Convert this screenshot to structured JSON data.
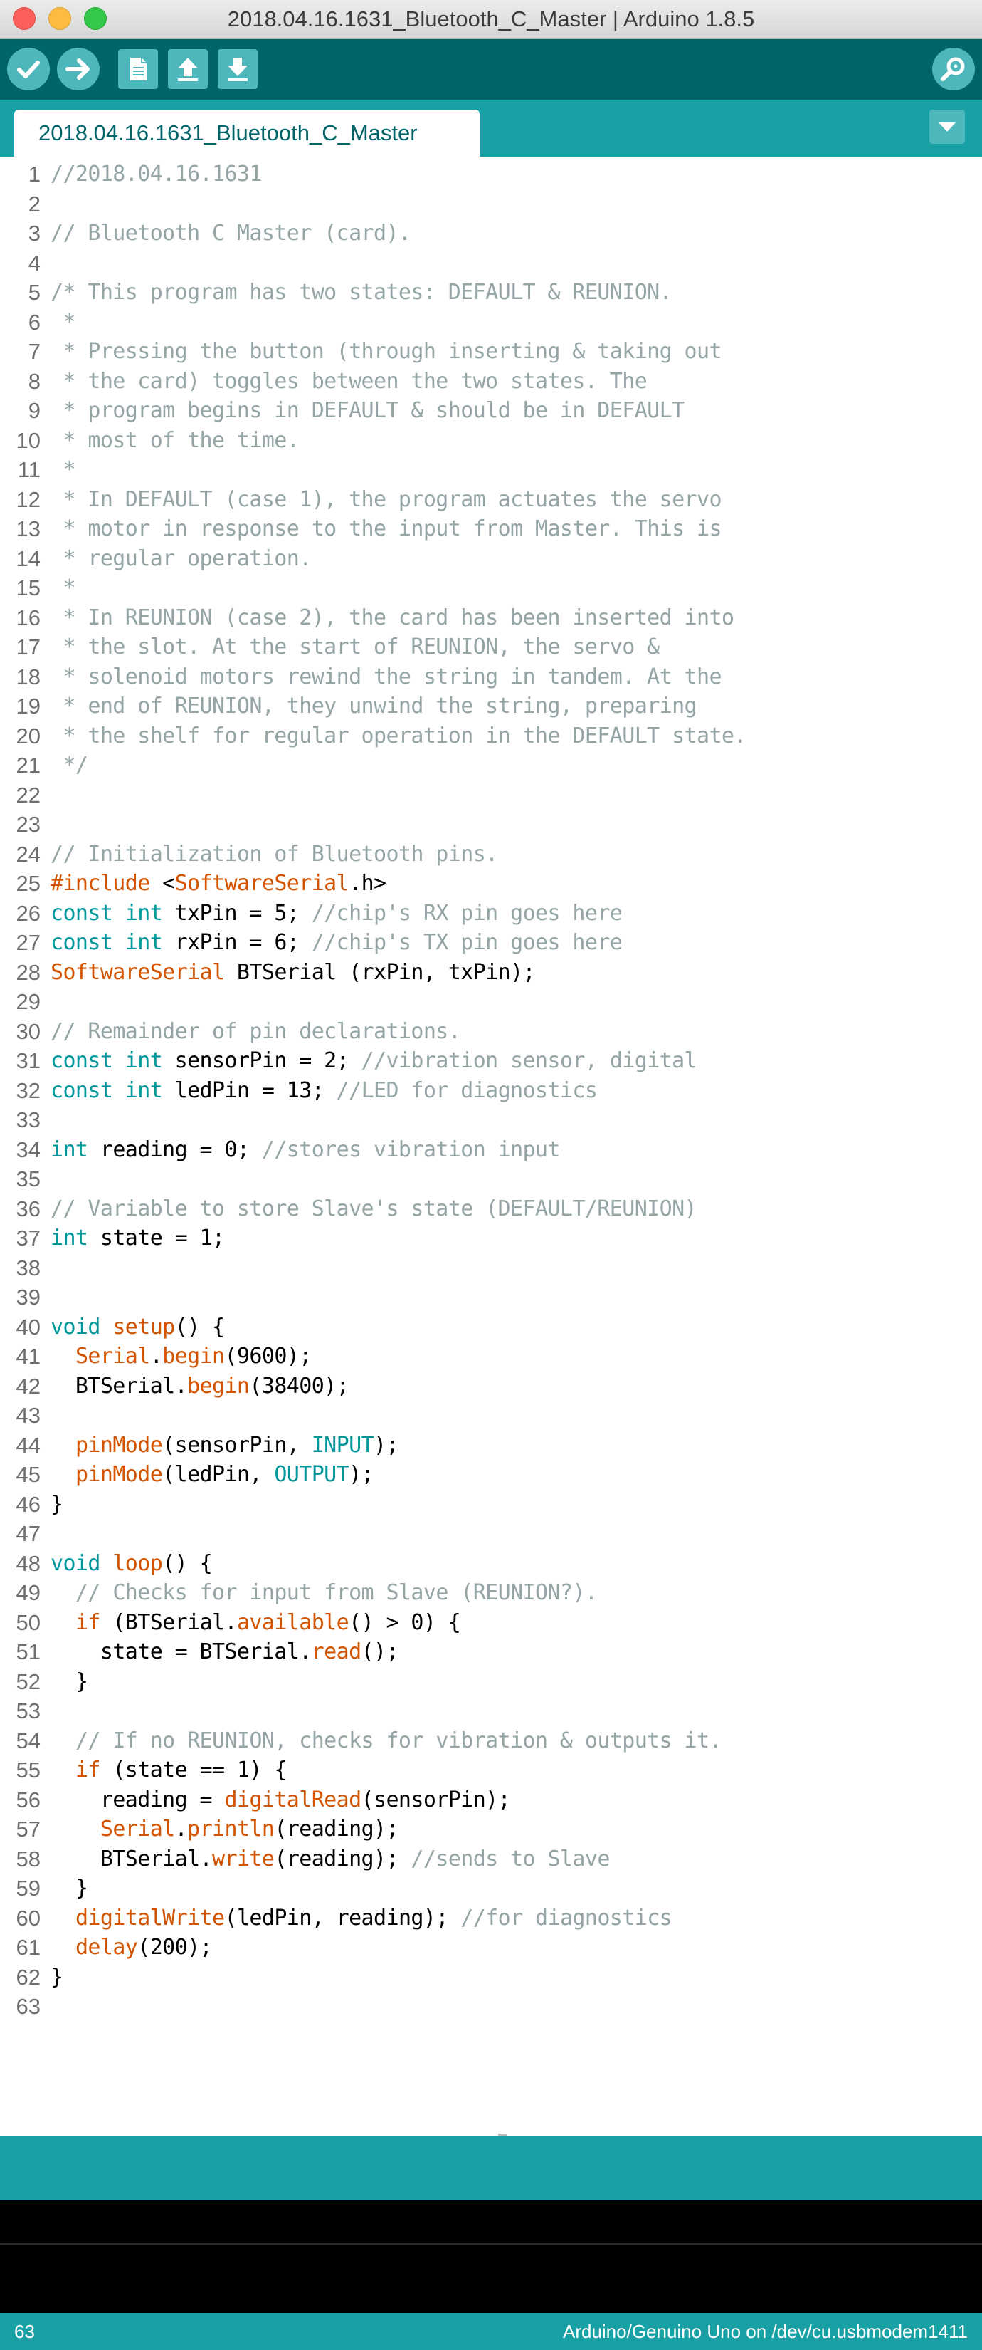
{
  "window": {
    "title": "2018.04.16.1631_Bluetooth_C_Master | Arduino 1.8.5"
  },
  "toolbar": {
    "buttons": [
      "verify-icon",
      "upload-icon",
      "new-icon",
      "open-icon",
      "save-icon",
      "serial-monitor-icon"
    ]
  },
  "tabs": [
    {
      "label": "2018.04.16.1631_Bluetooth_C_Master"
    }
  ],
  "colors": {
    "header": "#006468",
    "tabbar": "#17a1a5",
    "comment": "#95a5a6",
    "keyword": "#00979c",
    "function": "#d35400"
  },
  "editor": {
    "lines": [
      [
        [
          "//2018.04.16.1631",
          "c"
        ]
      ],
      [],
      [
        [
          "// Bluetooth C Master (card).",
          "c"
        ]
      ],
      [],
      [
        [
          "/* This program has two states: DEFAULT & REUNION.",
          "c"
        ]
      ],
      [
        [
          " *",
          "c"
        ]
      ],
      [
        [
          " * Pressing the button (through inserting & taking out",
          "c"
        ]
      ],
      [
        [
          " * the card) toggles between the two states. The",
          "c"
        ]
      ],
      [
        [
          " * program begins in DEFAULT & should be in DEFAULT",
          "c"
        ]
      ],
      [
        [
          " * most of the time.",
          "c"
        ]
      ],
      [
        [
          " *",
          "c"
        ]
      ],
      [
        [
          " * In DEFAULT (case 1), the program actuates the servo",
          "c"
        ]
      ],
      [
        [
          " * motor in response to the input from Master. This is",
          "c"
        ]
      ],
      [
        [
          " * regular operation.",
          "c"
        ]
      ],
      [
        [
          " *",
          "c"
        ]
      ],
      [
        [
          " * In REUNION (case 2), the card has been inserted into",
          "c"
        ]
      ],
      [
        [
          " * the slot. At the start of REUNION, the servo &",
          "c"
        ]
      ],
      [
        [
          " * solenoid motors rewind the string in tandem. At the",
          "c"
        ]
      ],
      [
        [
          " * end of REUNION, they unwind the string, preparing",
          "c"
        ]
      ],
      [
        [
          " * the shelf for regular operation in the DEFAULT state.",
          "c"
        ]
      ],
      [
        [
          " */",
          "c"
        ]
      ],
      [],
      [],
      [
        [
          "// Initialization of Bluetooth pins.",
          "c"
        ]
      ],
      [
        [
          "#include",
          "f"
        ],
        [
          " <",
          ""
        ],
        [
          "SoftwareSerial",
          "f"
        ],
        [
          ".h>",
          ""
        ]
      ],
      [
        [
          "const",
          "k"
        ],
        [
          " ",
          ""
        ],
        [
          "int",
          "k"
        ],
        [
          " txPin = 5; ",
          ""
        ],
        [
          "//chip's RX pin goes here",
          "c"
        ]
      ],
      [
        [
          "const",
          "k"
        ],
        [
          " ",
          ""
        ],
        [
          "int",
          "k"
        ],
        [
          " rxPin = 6; ",
          ""
        ],
        [
          "//chip's TX pin goes here",
          "c"
        ]
      ],
      [
        [
          "SoftwareSerial",
          "f"
        ],
        [
          " BTSerial (rxPin, txPin);",
          ""
        ]
      ],
      [],
      [
        [
          "// Remainder of pin declarations.",
          "c"
        ]
      ],
      [
        [
          "const",
          "k"
        ],
        [
          " ",
          ""
        ],
        [
          "int",
          "k"
        ],
        [
          " sensorPin = 2; ",
          ""
        ],
        [
          "//vibration sensor, digital",
          "c"
        ]
      ],
      [
        [
          "const",
          "k"
        ],
        [
          " ",
          ""
        ],
        [
          "int",
          "k"
        ],
        [
          " ledPin = 13; ",
          ""
        ],
        [
          "//LED for diagnostics",
          "c"
        ]
      ],
      [],
      [
        [
          "int",
          "k"
        ],
        [
          " reading = 0; ",
          ""
        ],
        [
          "//stores vibration input",
          "c"
        ]
      ],
      [],
      [
        [
          "// Variable to store Slave's state (DEFAULT/REUNION)",
          "c"
        ]
      ],
      [
        [
          "int",
          "k"
        ],
        [
          " state = 1;",
          ""
        ]
      ],
      [],
      [],
      [
        [
          "void",
          "k"
        ],
        [
          " ",
          ""
        ],
        [
          "setup",
          "f"
        ],
        [
          "() {",
          ""
        ]
      ],
      [
        [
          "  ",
          ""
        ],
        [
          "Serial",
          "f"
        ],
        [
          ".",
          ""
        ],
        [
          "begin",
          "f"
        ],
        [
          "(9600);",
          ""
        ]
      ],
      [
        [
          "  BTSerial.",
          ""
        ],
        [
          "begin",
          "f"
        ],
        [
          "(38400);",
          ""
        ]
      ],
      [],
      [
        [
          "  ",
          ""
        ],
        [
          "pinMode",
          "f"
        ],
        [
          "(sensorPin, ",
          ""
        ],
        [
          "INPUT",
          "k"
        ],
        [
          ");",
          ""
        ]
      ],
      [
        [
          "  ",
          ""
        ],
        [
          "pinMode",
          "f"
        ],
        [
          "(ledPin, ",
          ""
        ],
        [
          "OUTPUT",
          "k"
        ],
        [
          ");",
          ""
        ]
      ],
      [
        [
          "}",
          ""
        ]
      ],
      [],
      [
        [
          "void",
          "k"
        ],
        [
          " ",
          ""
        ],
        [
          "loop",
          "f"
        ],
        [
          "() {",
          ""
        ]
      ],
      [
        [
          "  ",
          ""
        ],
        [
          "// Checks for input from Slave (REUNION?).",
          "c"
        ]
      ],
      [
        [
          "  ",
          ""
        ],
        [
          "if",
          "f"
        ],
        [
          " (BTSerial.",
          ""
        ],
        [
          "available",
          "f"
        ],
        [
          "() > 0) {",
          ""
        ]
      ],
      [
        [
          "    state = BTSerial.",
          ""
        ],
        [
          "read",
          "f"
        ],
        [
          "();",
          ""
        ]
      ],
      [
        [
          "  }",
          ""
        ]
      ],
      [],
      [
        [
          "  ",
          ""
        ],
        [
          "// If no REUNION, checks for vibration & outputs it.",
          "c"
        ]
      ],
      [
        [
          "  ",
          ""
        ],
        [
          "if",
          "f"
        ],
        [
          " (state == 1) {",
          ""
        ]
      ],
      [
        [
          "    reading = ",
          ""
        ],
        [
          "digitalRead",
          "f"
        ],
        [
          "(sensorPin);",
          ""
        ]
      ],
      [
        [
          "    ",
          ""
        ],
        [
          "Serial",
          "f"
        ],
        [
          ".",
          ""
        ],
        [
          "println",
          "f"
        ],
        [
          "(reading);",
          ""
        ]
      ],
      [
        [
          "    BTSerial.",
          ""
        ],
        [
          "write",
          "f"
        ],
        [
          "(reading); ",
          ""
        ],
        [
          "//sends to Slave",
          "c"
        ]
      ],
      [
        [
          "  }",
          ""
        ]
      ],
      [
        [
          "  ",
          ""
        ],
        [
          "digitalWrite",
          "f"
        ],
        [
          "(ledPin, reading); ",
          ""
        ],
        [
          "//for diagnostics",
          "c"
        ]
      ],
      [
        [
          "  ",
          ""
        ],
        [
          "delay",
          "f"
        ],
        [
          "(200);",
          ""
        ]
      ],
      [
        [
          "}",
          ""
        ]
      ],
      []
    ]
  },
  "status": {
    "line": "63",
    "board": "Arduino/Genuino Uno on /dev/cu.usbmodem1411"
  }
}
